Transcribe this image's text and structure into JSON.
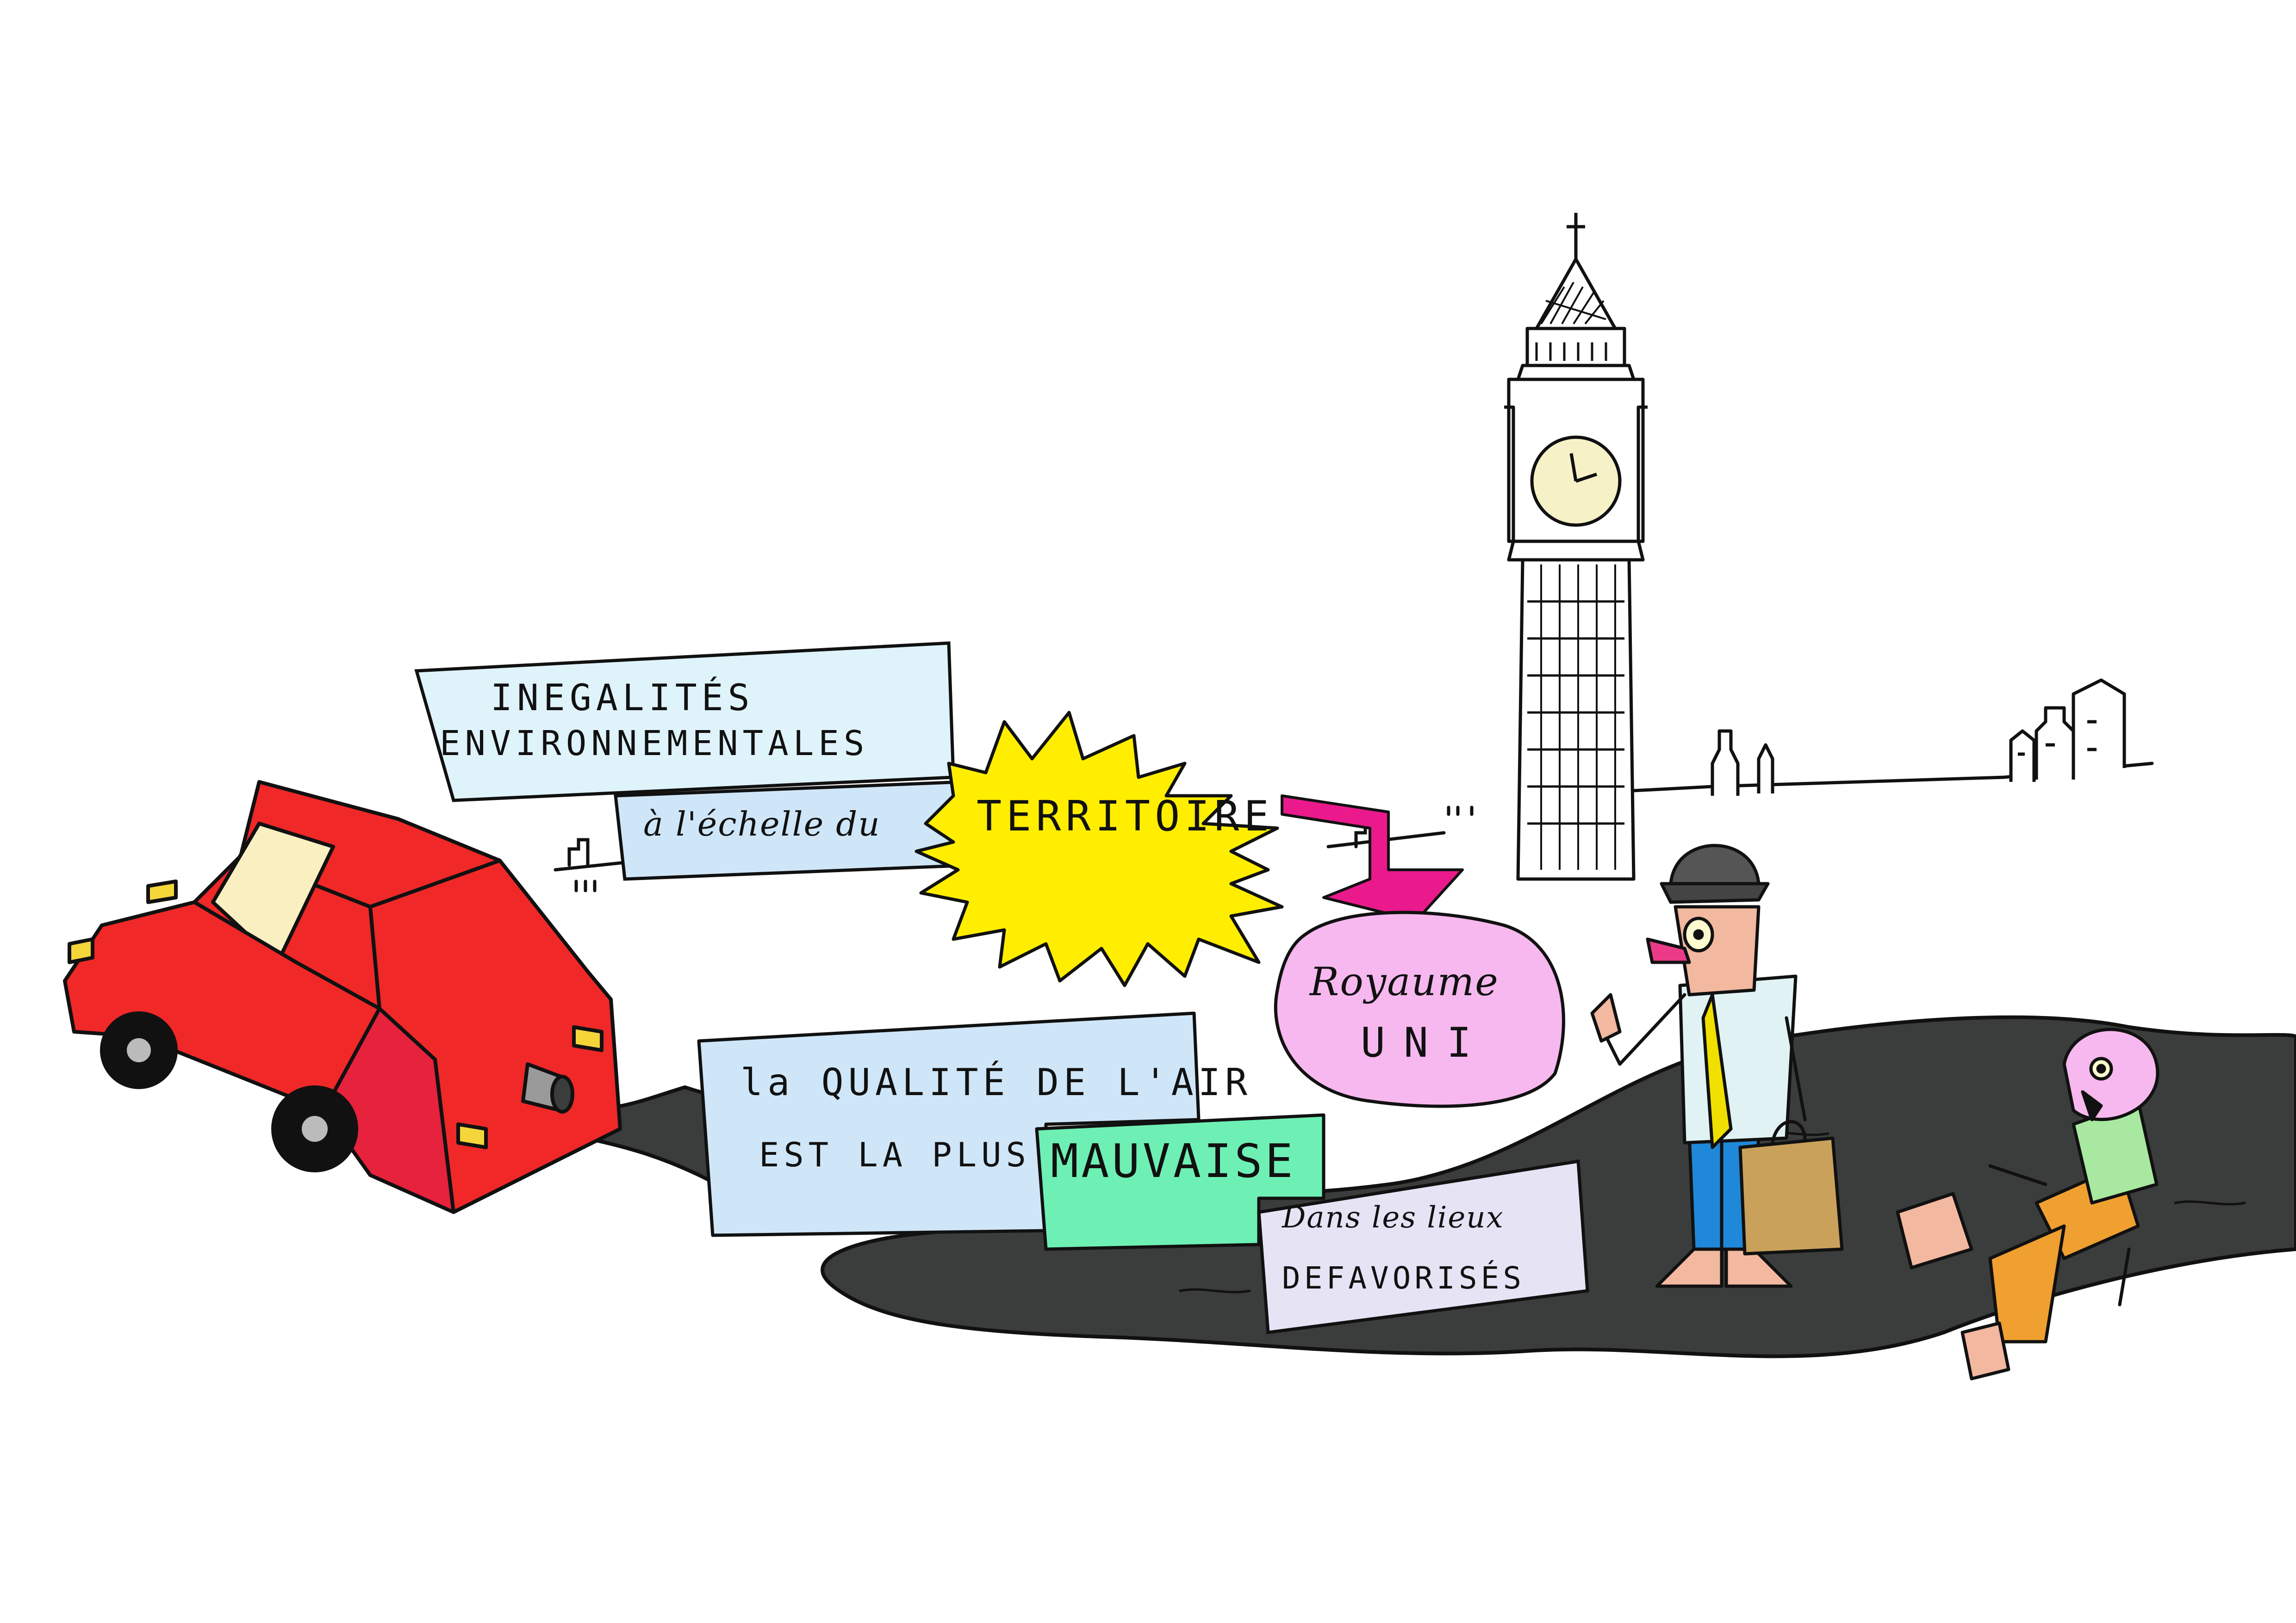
{
  "colors": {
    "ink": "#111111",
    "box_blue_light": "#dff3fb",
    "box_blue": "#cfe6f8",
    "burst_yellow": "#ffee00",
    "arrow_magenta": "#ea1a8c",
    "blob_pink": "#f6b8ee",
    "box_green": "#6ef0b4",
    "box_lavender": "#e6e3f5",
    "car_red": "#f02828",
    "smoke": "#3a3d3b"
  },
  "headline": {
    "line1": "INEGALITÉS",
    "line2": "ENVIRONNEMENTALES"
  },
  "scale": {
    "prefix": "à l'échelle du",
    "burst": "TERRITOIRE"
  },
  "country": {
    "line1": "Royaume",
    "line2": "UNI"
  },
  "air": {
    "line1": "la QUALITÉ DE L'AIR",
    "line2": "EST LA PLUS",
    "highlight": "MAUVAISE"
  },
  "places": {
    "line1": "Dans les lieux",
    "line2": "DEFAVORISÉS"
  },
  "icons": {
    "car": "red-car-icon",
    "tower": "clock-tower-icon",
    "arrow": "arrow-down-right-icon",
    "man": "bowler-hat-man-icon",
    "victim": "fallen-person-icon"
  }
}
